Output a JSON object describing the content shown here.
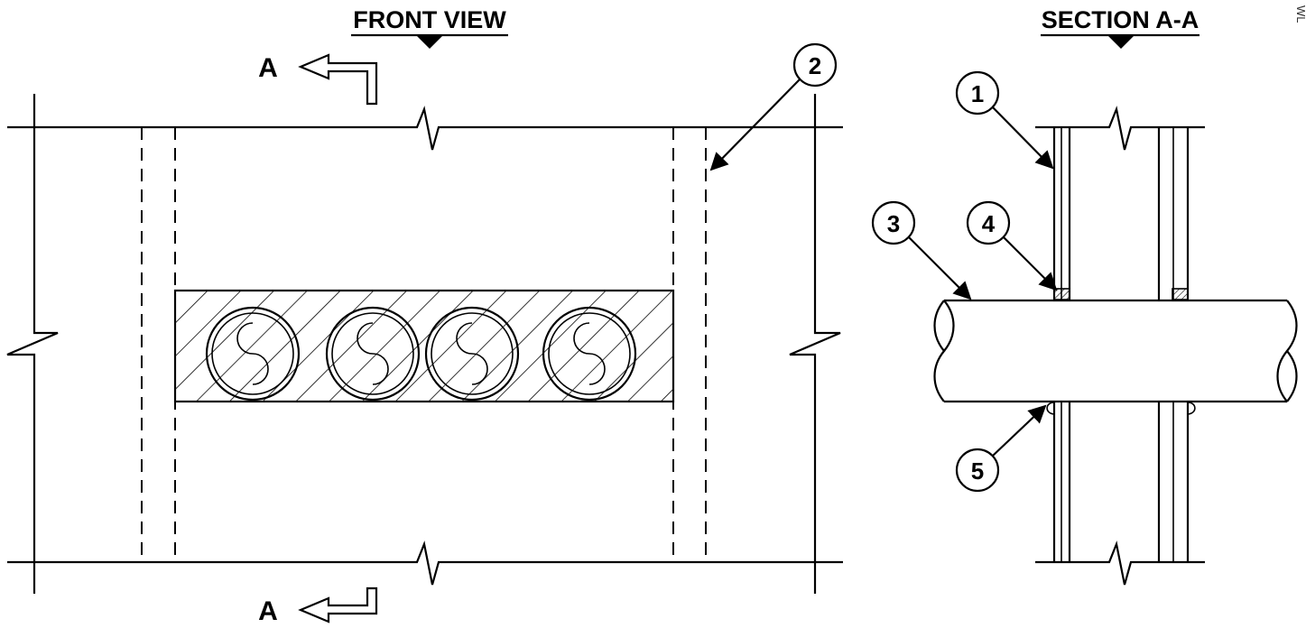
{
  "front_view": {
    "title": "FRONT VIEW",
    "section_mark_top": "A",
    "section_mark_bottom": "A"
  },
  "section_view": {
    "title": "SECTION A-A"
  },
  "callouts": [
    "1",
    "2",
    "3",
    "4",
    "5"
  ],
  "edge_text": "WL",
  "colors": {
    "line": "#000000",
    "background": "#ffffff"
  }
}
